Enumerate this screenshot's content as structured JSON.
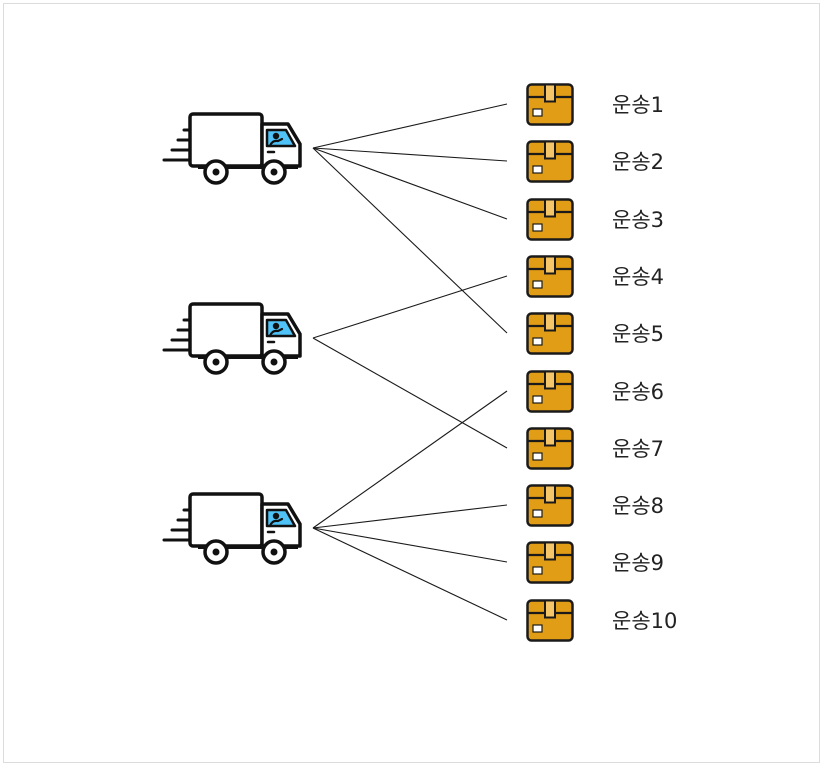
{
  "trucks": [
    {
      "icon": "delivery-truck-icon"
    },
    {
      "icon": "delivery-truck-icon"
    },
    {
      "icon": "delivery-truck-icon"
    }
  ],
  "shipments": [
    {
      "label": "운송1",
      "icon": "package-box-icon"
    },
    {
      "label": "운송2",
      "icon": "package-box-icon"
    },
    {
      "label": "운송3",
      "icon": "package-box-icon"
    },
    {
      "label": "운송4",
      "icon": "package-box-icon"
    },
    {
      "label": "운송5",
      "icon": "package-box-icon"
    },
    {
      "label": "운송6",
      "icon": "package-box-icon"
    },
    {
      "label": "운송7",
      "icon": "package-box-icon"
    },
    {
      "label": "운송8",
      "icon": "package-box-icon"
    },
    {
      "label": "운송9",
      "icon": "package-box-icon"
    },
    {
      "label": "운송10",
      "icon": "package-box-icon"
    }
  ],
  "assignments": [
    {
      "truck": 0,
      "shipment": 0
    },
    {
      "truck": 0,
      "shipment": 1
    },
    {
      "truck": 0,
      "shipment": 2
    },
    {
      "truck": 0,
      "shipment": 4
    },
    {
      "truck": 1,
      "shipment": 3
    },
    {
      "truck": 1,
      "shipment": 6
    },
    {
      "truck": 2,
      "shipment": 5
    },
    {
      "truck": 2,
      "shipment": 7
    },
    {
      "truck": 2,
      "shipment": 8
    },
    {
      "truck": 2,
      "shipment": 9
    }
  ],
  "colors": {
    "box_fill": "#E29D16",
    "box_stroke": "#1a1a1a",
    "truck_window": "#4FC3F7",
    "line": "#1a1a1a"
  }
}
